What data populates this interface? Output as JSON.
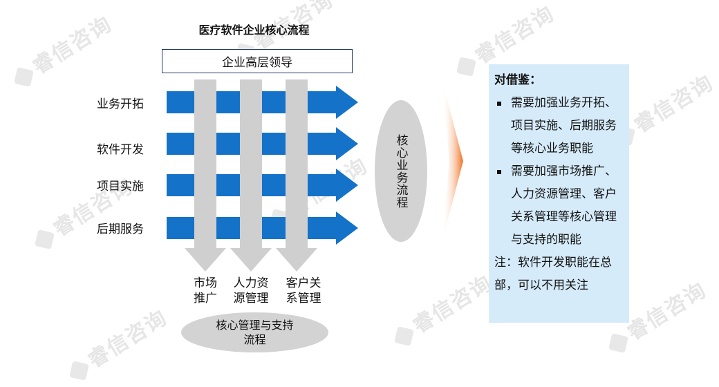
{
  "watermark": "睿信咨询",
  "title": "医疗软件企业核心流程",
  "leader": "企业高层领导",
  "rows": [
    "业务开拓",
    "软件开发",
    "项目实施",
    "后期服务"
  ],
  "columns": [
    {
      "line1": "市场",
      "line2": "推广"
    },
    {
      "line1": "人力资",
      "line2": "源管理"
    },
    {
      "line1": "客户关",
      "line2": "系管理"
    }
  ],
  "core_business": "核心业务流程",
  "core_support": {
    "line1": "核心管理与支持",
    "line2": "流程"
  },
  "lessons": {
    "heading": "对借鉴：",
    "item1": "需要加强业务开拓、项目实施、后期服务等核心业务职能",
    "item2": "需要加强市场推广、人力资源管理、客户关系管理等核心管理与支持的职能",
    "note": "注：软件开发职能在总部，可以不用关注"
  },
  "colors": {
    "blue_arrow": "#1473c9",
    "gray_arrow": "#cfcfcf",
    "panel_bg": "#d6ebfa",
    "orange_accent": "#f07020"
  }
}
